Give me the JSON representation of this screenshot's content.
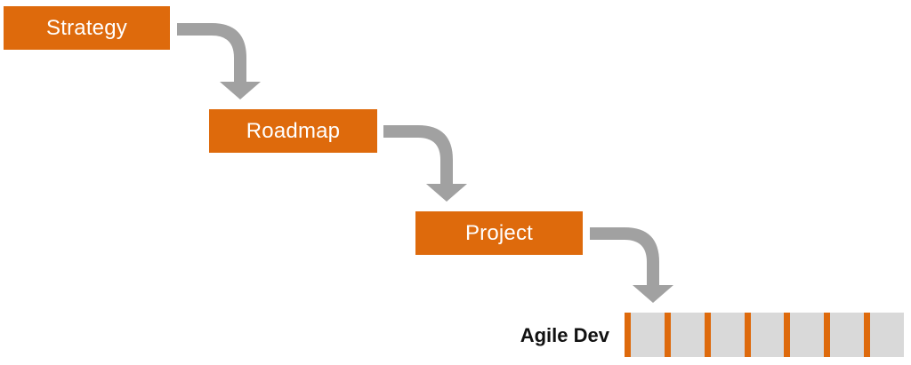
{
  "colors": {
    "step_fill": "#DE6A0C",
    "arrow_fill": "#A1A1A1",
    "sprint_cell": "#D9D9D9",
    "sprint_divider": "#DE6A0C"
  },
  "steps": [
    {
      "label": "Strategy"
    },
    {
      "label": "Roadmap"
    },
    {
      "label": "Project"
    }
  ],
  "agile": {
    "label": "Agile Dev",
    "sprint_count": 7
  }
}
